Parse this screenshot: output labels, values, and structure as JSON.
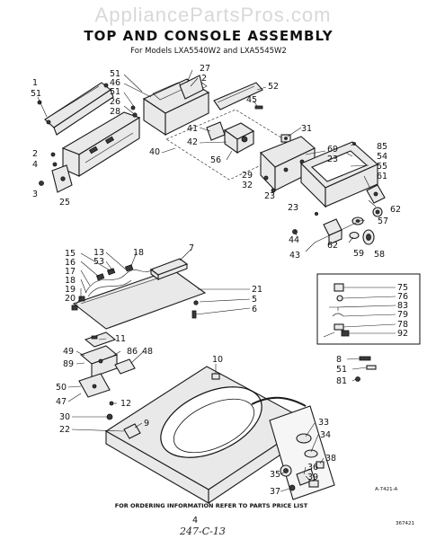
{
  "watermark": "AppliancePartsPros.com",
  "title": "TOP AND CONSOLE ASSEMBLY",
  "subtitle": "For Models LXA5540W2 and LXA5545W2",
  "footer_note": "FOR ORDERING INFORMATION REFER TO PARTS PRICE LIST",
  "figure_code": "A-7421-A",
  "page_number": "4",
  "handwritten_note": "247-C-13",
  "corner_code": "367421",
  "callouts": {
    "c1": "1",
    "c51a": "51",
    "c2a": "2",
    "c4": "4",
    "c3": "3",
    "c25": "25",
    "c51b": "51",
    "c46": "46",
    "c51c": "51",
    "c26": "26",
    "c28": "28",
    "c27": "27",
    "c2b": "2",
    "c52": "52",
    "c45": "45",
    "c41": "41",
    "c42": "42",
    "c40": "40",
    "c56": "56",
    "c31": "31",
    "c29": "29",
    "c32": "32",
    "c23a": "23",
    "c69": "69",
    "c23b": "23",
    "c85": "85",
    "c54": "54",
    "c55": "55",
    "c61": "61",
    "c62a": "62",
    "c23c": "23",
    "c57": "57",
    "c44": "44",
    "c62b": "62",
    "c59": "59",
    "c58": "58",
    "c43": "43",
    "c15": "15",
    "c16": "16",
    "c17": "17",
    "c18a": "18",
    "c19": "19",
    "c20": "20",
    "c13": "13",
    "c53": "53",
    "c18b": "18",
    "c7": "7",
    "c21": "21",
    "c5": "5",
    "c6": "6",
    "c75": "75",
    "c76": "76",
    "c83": "83",
    "c79": "79",
    "c78": "78",
    "c92": "92",
    "c11": "11",
    "c49": "49",
    "c89": "89",
    "c86": "86",
    "c48": "48",
    "c50": "50",
    "c47": "47",
    "c12": "12",
    "c30": "30",
    "c22": "22",
    "c9": "9",
    "c10": "10",
    "c8": "8",
    "c51d": "51",
    "c81": "81",
    "c33": "33",
    "c34": "34",
    "c38": "38",
    "c35": "35",
    "c36": "36",
    "c39": "39",
    "c37": "37"
  }
}
